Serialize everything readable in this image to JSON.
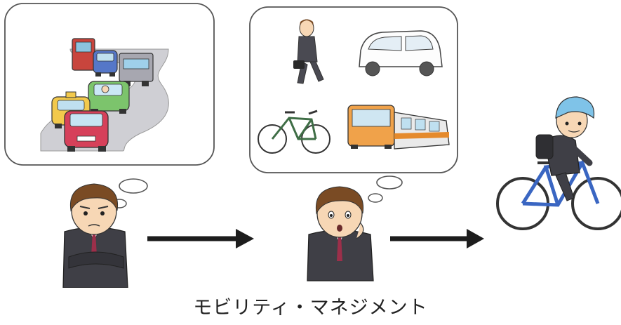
{
  "caption": "モビリティ・マネジメント",
  "panels": {
    "left": {
      "content": "traffic-jam"
    },
    "middle": {
      "content": [
        "walking",
        "car",
        "bicycle",
        "bus-and-train"
      ]
    }
  },
  "colors": {
    "suit": "#3f3f46",
    "hair": "#7a4b24",
    "skin": "#f7d7b5",
    "arrow": "#1d1d1d",
    "bike_frame": "#3a66c2",
    "helmet": "#7fc3e8"
  },
  "icons": [
    "thought-bubble-icon",
    "arrow-right-icon",
    "car-icon",
    "truck-icon",
    "taxi-icon",
    "bicycle-icon",
    "bus-icon",
    "train-icon",
    "walking-man-icon",
    "cyclist-icon"
  ]
}
